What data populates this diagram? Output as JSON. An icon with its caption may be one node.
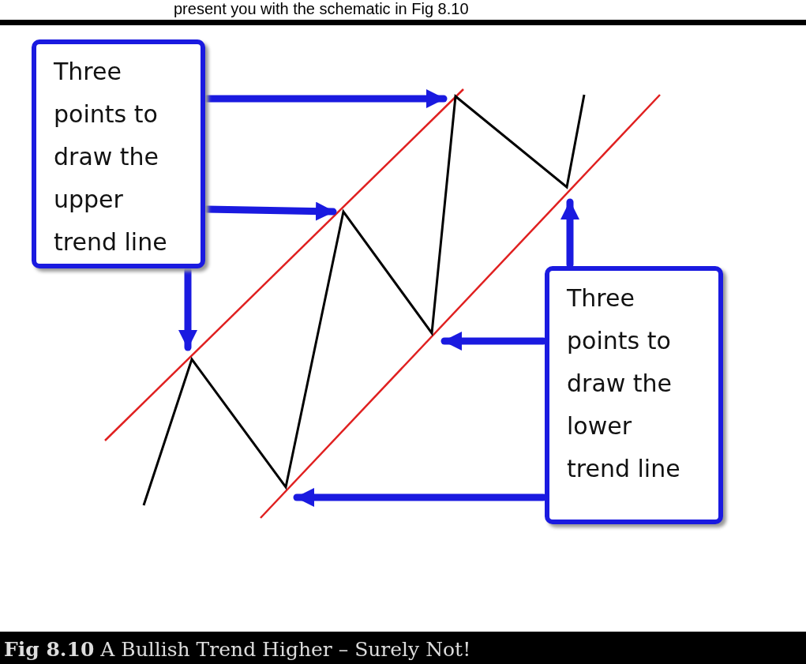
{
  "diagram": {
    "caption": "**Fig 8.10** A Bullish Trend Higher – Surely Not!",
    "nodes": [
      {
        "text": [
          "Three points to draw the upper trend line"
        ]
      },
      {
        "text": [
          "Three points to draw the lower trend line"
        ]
      }
    ],
    "edges": [
      {
        "from": 0,
        "to": null,
        "arrow": "to"
      },
      {
        "from": 0,
        "to": null,
        "arrow": "to"
      },
      {
        "from": 0,
        "to": null,
        "arrow": "to"
      },
      {
        "from": 1,
        "to": null,
        "arrow": "to"
      },
      {
        "from": 1,
        "to": null,
        "arrow": "to"
      },
      {
        "from": 1,
        "to": null,
        "arrow": "to"
      }
    ],
    "labels": [
      "present you with the schematic in Fig 8.10"
    ]
  }
}
